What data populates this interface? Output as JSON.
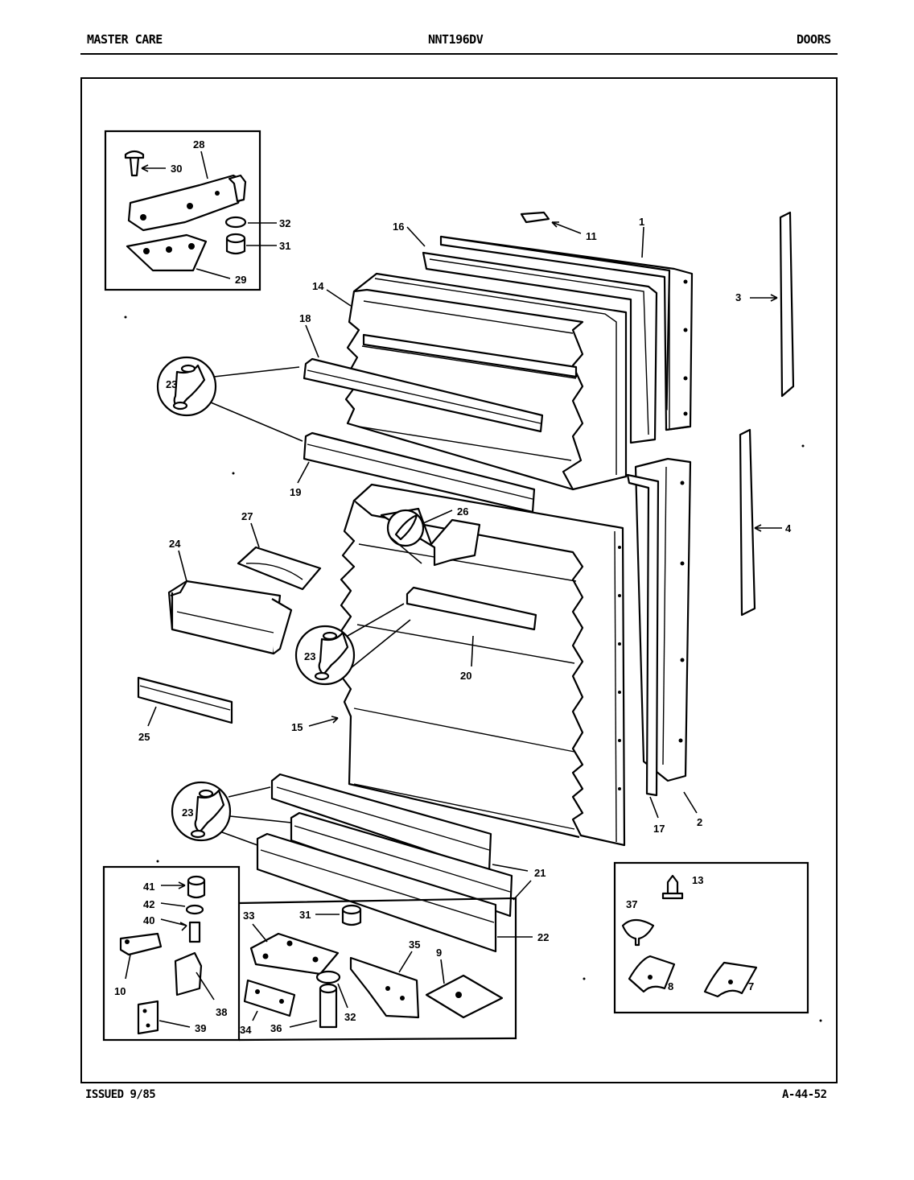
{
  "header": {
    "brand": "MASTER CARE",
    "model": "NNT196DV",
    "section": "DOORS"
  },
  "footer": {
    "issued": "ISSUED 9/85",
    "code": "A-44-52"
  },
  "callouts": {
    "c1": "1",
    "c2": "2",
    "c3": "3",
    "c4": "4",
    "c7": "7",
    "c8": "8",
    "c9": "9",
    "c10": "10",
    "c11": "11",
    "c13": "13",
    "c14": "14",
    "c15": "15",
    "c16": "16",
    "c17": "17",
    "c18": "18",
    "c19": "19",
    "c20": "20",
    "c21": "21",
    "c22": "22",
    "c23": "23",
    "c24": "24",
    "c25": "25",
    "c26": "26",
    "c27": "27",
    "c28": "28",
    "c29": "29",
    "c30": "30",
    "c31": "31",
    "c32": "32",
    "c33": "33",
    "c34": "34",
    "c35": "35",
    "c36": "36",
    "c37": "37",
    "c38": "38",
    "c39": "39",
    "c40": "40",
    "c41": "41",
    "c42": "42"
  }
}
